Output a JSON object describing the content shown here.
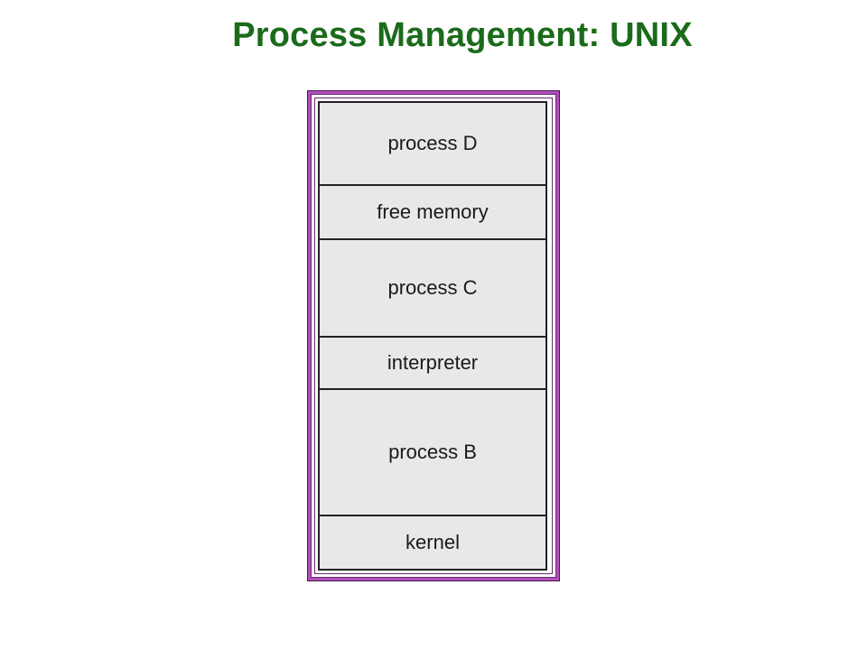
{
  "title": "Process Management: UNIX",
  "colors": {
    "title": "#1a6b1a",
    "frame": "#b04fb8",
    "segment_fill": "#e8e8e8"
  },
  "memory_layout": {
    "segments": [
      {
        "label": "process D"
      },
      {
        "label": "free memory"
      },
      {
        "label": "process C"
      },
      {
        "label": "interpreter"
      },
      {
        "label": "process B"
      },
      {
        "label": "kernel"
      }
    ]
  }
}
